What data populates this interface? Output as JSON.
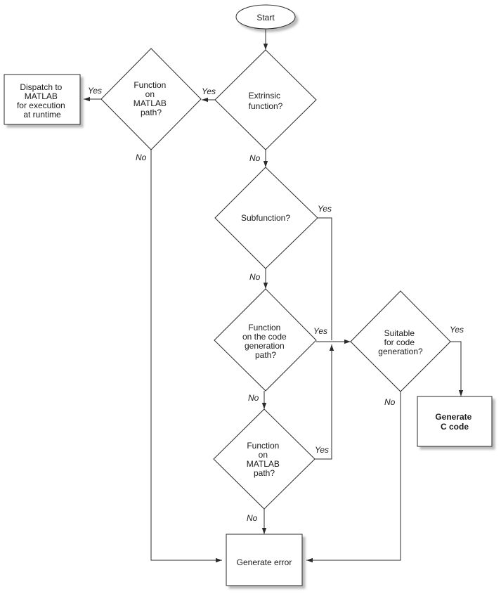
{
  "nodes": {
    "start": [
      "Start"
    ],
    "extrinsic": [
      "Extrinsic",
      "function?"
    ],
    "on_matlab_top": [
      "Function",
      "on",
      "MATLAB",
      "path?"
    ],
    "dispatch": [
      "Dispatch to",
      "MATLAB",
      "for execution",
      "at runtime"
    ],
    "subfunction": [
      "Subfunction?"
    ],
    "on_codegen": [
      "Function",
      "on the code",
      "generation",
      "path?"
    ],
    "on_matlab_bottom": [
      "Function",
      "on",
      "MATLAB",
      "path?"
    ],
    "suitable": [
      "Suitable",
      "for code",
      "generation?"
    ],
    "generate_c": [
      "Generate",
      "C code"
    ],
    "generate_error": [
      "Generate error"
    ]
  },
  "edge_labels": {
    "extrinsic_yes": "Yes",
    "extrinsic_no": "No",
    "on_matlab_top_yes": "Yes",
    "on_matlab_top_no": "No",
    "subfunction_yes": "Yes",
    "subfunction_no": "No",
    "on_codegen_yes": "Yes",
    "on_codegen_no": "No",
    "on_matlab_bottom_yes": "Yes",
    "on_matlab_bottom_no": "No",
    "suitable_yes": "Yes",
    "suitable_no": "No"
  }
}
